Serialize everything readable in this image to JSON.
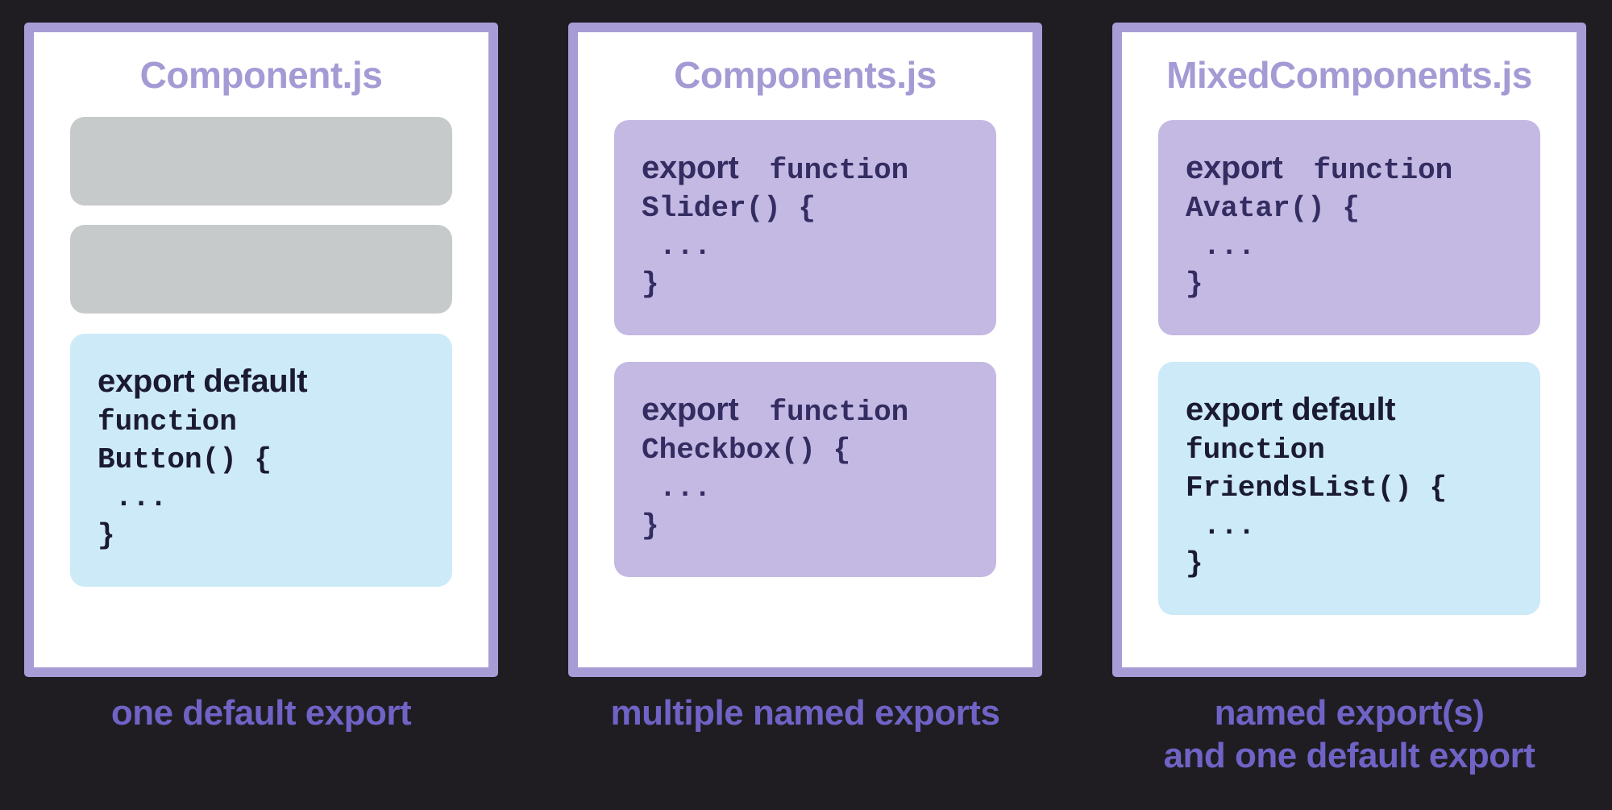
{
  "colors": {
    "bg": "#1f1d21",
    "card-border": "#a89cd7",
    "card-bg": "#ffffff",
    "title": "#a49bd5",
    "gray-block": "#c6caca",
    "blue-block": "#cdeaf8",
    "purple-block": "#c3b9e3",
    "purple-text": "#342d61",
    "blue-text": "#1b1a33",
    "caption": "#6f63c6"
  },
  "cards": [
    {
      "title": "Component.js",
      "caption_lines": [
        "one default export"
      ],
      "blocks": [
        {
          "type": "placeholder"
        },
        {
          "type": "placeholder"
        },
        {
          "type": "code-default-export",
          "label": "export default",
          "lines": [
            "function",
            "Button() {",
            " ...",
            "}"
          ]
        }
      ]
    },
    {
      "title": "Components.js",
      "caption_lines": [
        "multiple named exports"
      ],
      "blocks": [
        {
          "type": "code-named-export",
          "label": "export",
          "inline": "function",
          "lines": [
            "Slider() {",
            " ...",
            "}"
          ]
        },
        {
          "type": "code-named-export",
          "label": "export",
          "inline": "function",
          "lines": [
            "Checkbox() {",
            " ...",
            "}"
          ]
        }
      ]
    },
    {
      "title": "MixedComponents.js",
      "caption_lines": [
        "named export(s)",
        "and one default export"
      ],
      "blocks": [
        {
          "type": "code-named-export",
          "label": "export",
          "inline": "function",
          "lines": [
            "Avatar() {",
            " ...",
            "}"
          ]
        },
        {
          "type": "code-default-export",
          "label": "export default",
          "lines": [
            "function",
            "FriendsList() {",
            " ...",
            "}"
          ]
        }
      ]
    }
  ]
}
